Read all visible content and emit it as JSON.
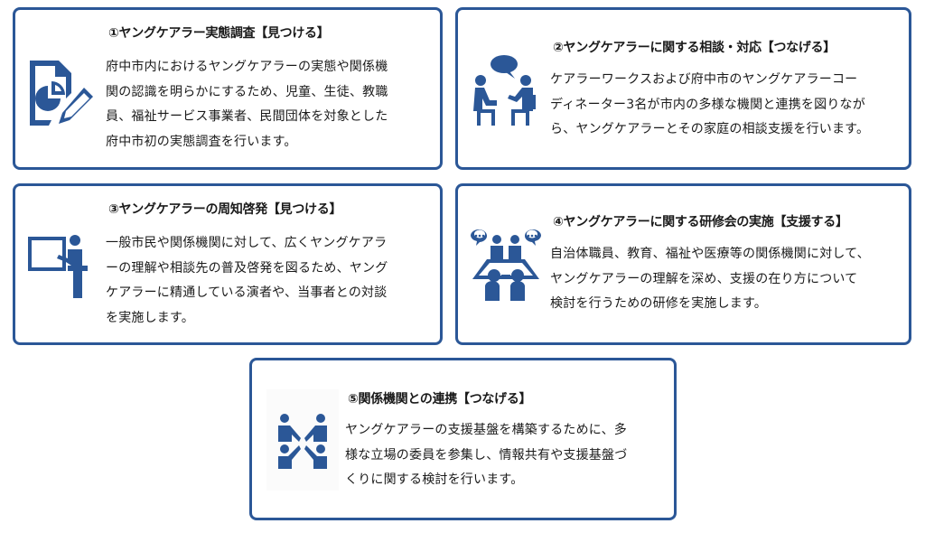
{
  "colors": {
    "border": "#2b5797",
    "icon": "#2b5797",
    "text": "#1a1a1a",
    "background": "#ffffff"
  },
  "cards": [
    {
      "icon": "report-chart-pencil-icon",
      "title": "①ヤングケアラー実態調査【見つける】",
      "body_lines": [
        "府中市内におけるヤングケアラーの実態や関係機",
        "関の認識を明らかにするため、児童、生徒、教職",
        "員、福祉サービス事業者、民間団体を対象とした",
        "府中市初の実態調査を行います。"
      ]
    },
    {
      "icon": "consultation-people-speech-icon",
      "title": "②ヤングケアラーに関する相談・対応【つなげる】",
      "body_lines": [
        "ケアラーワークスおよび府中市のヤングケアラーコー",
        "ディネーター3名が市内の多様な機関と連携を図りなが",
        "ら、ヤングケアラーとその家庭の相談支援を行います。"
      ]
    },
    {
      "icon": "presenter-whiteboard-icon",
      "title": "③ヤングケアラーの周知啓発【見つける】",
      "body_lines": [
        "一般市民や関係機関に対して、広くヤングケアラ",
        "ーの理解や相談先の普及啓発を図るため、ヤング",
        "ケアラーに精通している演者や、当事者との対談",
        "を実施します。"
      ]
    },
    {
      "icon": "meeting-table-discussion-icon",
      "title": "④ヤングケアラーに関する研修会の実施【支援する】",
      "body_lines": [
        "自治体職員、教育、福祉や医療等の関係機関に対して、",
        "ヤングケアラーの理解を深め、支援の在り方について",
        "検討を行うための研修を実施します。"
      ]
    },
    {
      "icon": "collaboration-people-icon",
      "title": "⑤関係機関との連携【つなげる】",
      "body_lines": [
        "ヤングケアラーの支援基盤を構築するために、多",
        "様な立場の委員を参集し、情報共有や支援基盤づ",
        "くりに関する検討を行います。"
      ]
    }
  ]
}
